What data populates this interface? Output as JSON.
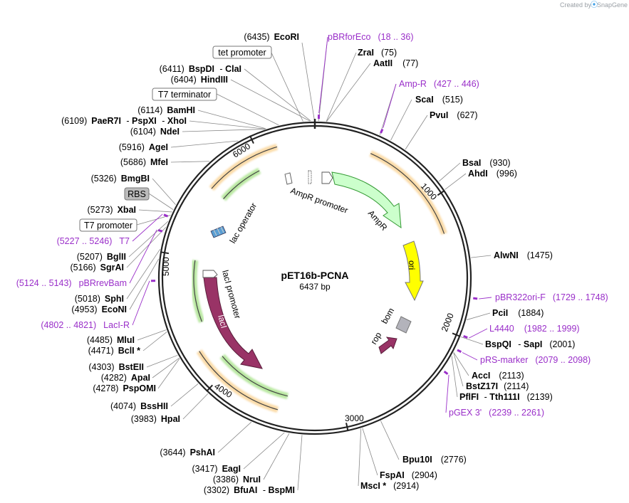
{
  "credit": {
    "prefix": "Created by",
    "brand": "SnapGene"
  },
  "plasmid": {
    "name": "pET16b-PCNA",
    "size": "6437 bp",
    "length": 6437
  },
  "ticks": [
    "1000",
    "2000",
    "3000",
    "4000",
    "5000",
    "6000"
  ],
  "enzymes": [
    {
      "name": "EcoRI",
      "pos": "(6435)"
    },
    {
      "name": "ZraI",
      "pos": "(75)"
    },
    {
      "name": "AatII",
      "pos": "(77)"
    },
    {
      "name": "ScaI",
      "pos": "(515)"
    },
    {
      "name": "PvuI",
      "pos": "(627)"
    },
    {
      "name": "BsaI",
      "pos": "(930)"
    },
    {
      "name": "AhdI",
      "pos": "(996)"
    },
    {
      "name": "AlwNI",
      "pos": "(1475)"
    },
    {
      "name": "PciI",
      "pos": "(1884)"
    },
    {
      "name": "BspQI",
      "name2": "SapI",
      "pos": "(2001)"
    },
    {
      "name": "AccI",
      "pos": "(2113)"
    },
    {
      "name": "BstZ17I",
      "pos": "(2114)"
    },
    {
      "name": "PflFI",
      "name2": "Tth111I",
      "pos": "(2139)"
    },
    {
      "name": "Bpu10I",
      "pos": "(2776)"
    },
    {
      "name": "FspAI",
      "pos": "(2904)"
    },
    {
      "name": "MscI *",
      "pos": "(2914)"
    },
    {
      "name": "BfuAI",
      "name2": "BspMI",
      "pos": "(3302)"
    },
    {
      "name": "NruI",
      "pos": "(3386)"
    },
    {
      "name": "EagI",
      "pos": "(3417)"
    },
    {
      "name": "PshAI",
      "pos": "(3644)"
    },
    {
      "name": "HpaI",
      "pos": "(3983)"
    },
    {
      "name": "BssHII",
      "pos": "(4074)"
    },
    {
      "name": "PspOMI",
      "pos": "(4278)"
    },
    {
      "name": "ApaI",
      "pos": "(4282)"
    },
    {
      "name": "BstEII",
      "pos": "(4303)"
    },
    {
      "name": "BclI *",
      "pos": "(4471)"
    },
    {
      "name": "MluI",
      "pos": "(4485)"
    },
    {
      "name": "EcoNI",
      "pos": "(4953)"
    },
    {
      "name": "SphI",
      "pos": "(5018)"
    },
    {
      "name": "SgrAI",
      "pos": "(5166)"
    },
    {
      "name": "BglII",
      "pos": "(5207)"
    },
    {
      "name": "XbaI",
      "pos": "(5273)"
    },
    {
      "name": "BmgBI",
      "pos": "(5326)"
    },
    {
      "name": "MfeI",
      "pos": "(5686)"
    },
    {
      "name": "AgeI",
      "pos": "(5916)"
    },
    {
      "name": "NdeI",
      "pos": "(6104)"
    },
    {
      "name": "PaeR7I",
      "name2": "PspXI",
      "name3": "XhoI",
      "pos": "(6109)"
    },
    {
      "name": "BamHI",
      "pos": "(6114)"
    },
    {
      "name": "HindIII",
      "pos": "(6404)"
    },
    {
      "name": "BspDI",
      "name2": "ClaI",
      "pos": "(6411)"
    }
  ],
  "primers": [
    {
      "name": "pBRforEco",
      "range": "(18 .. 36)"
    },
    {
      "name": "Amp-R",
      "range": "(427 .. 446)"
    },
    {
      "name": "pBR322ori-F",
      "range": "(1729 .. 1748)"
    },
    {
      "name": "L4440",
      "range": "(1982 .. 1999)"
    },
    {
      "name": "pRS-marker",
      "range": "(2079 .. 2098)"
    },
    {
      "name": "pGEX 3'",
      "range": "(2239 .. 2261)"
    },
    {
      "name": "LacI-R",
      "range": "(4802 .. 4821)"
    },
    {
      "name": "pBRrevBam",
      "range": "(5124 .. 5143)"
    },
    {
      "name": "T7",
      "range": "(5227 .. 5246)"
    }
  ],
  "boxed_features": [
    {
      "name": "tet promoter"
    },
    {
      "name": "T7 terminator"
    },
    {
      "name": "RBS"
    },
    {
      "name": "T7 promoter"
    }
  ],
  "features": [
    {
      "name": "AmpR promoter"
    },
    {
      "name": "AmpR"
    },
    {
      "name": "ori"
    },
    {
      "name": "bom"
    },
    {
      "name": "rop"
    },
    {
      "name": "lacI"
    },
    {
      "name": "lacI promoter"
    },
    {
      "name": "lac operator"
    }
  ],
  "colors": {
    "ampr": "#ccffcc",
    "ori": "#ffff00",
    "laci": "#993366",
    "bom": "#b3b3bb",
    "orf_orange": "#f5b041",
    "orf_green": "#66cc33",
    "primer": "#9a2fc9"
  }
}
